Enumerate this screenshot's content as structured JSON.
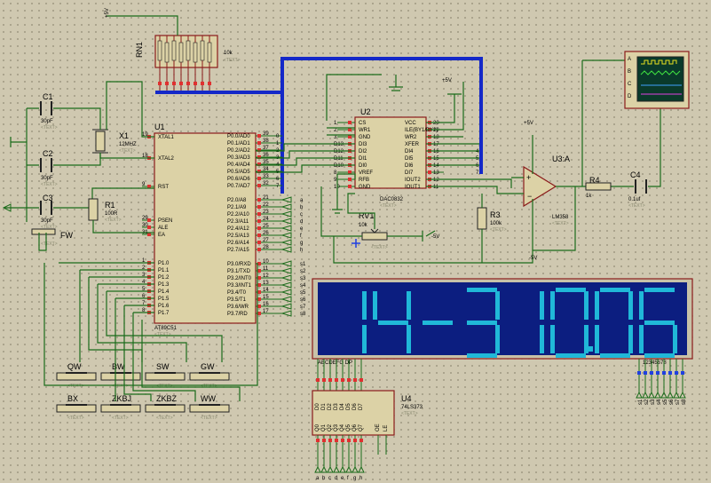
{
  "common": {
    "text_tag": "<TEXT>",
    "plus5": "+5V",
    "minus5": "-5V"
  },
  "rn1": {
    "ref": "RN1",
    "value": "10k"
  },
  "u1": {
    "ref": "U1",
    "part": "AT89C51",
    "left_pins": [
      {
        "num": "19",
        "name": "XTAL1"
      },
      {
        "num": "18",
        "name": "XTAL2"
      },
      {
        "num": "9",
        "name": "RST"
      },
      {
        "num": "29",
        "name": "PSEN"
      },
      {
        "num": "30",
        "name": "ALE"
      },
      {
        "num": "31",
        "name": "EA"
      },
      {
        "num": "1",
        "name": "P1.0"
      },
      {
        "num": "2",
        "name": "P1.1"
      },
      {
        "num": "3",
        "name": "P1.2"
      },
      {
        "num": "4",
        "name": "P1.3"
      },
      {
        "num": "5",
        "name": "P1.4"
      },
      {
        "num": "6",
        "name": "P1.5"
      },
      {
        "num": "7",
        "name": "P1.6"
      },
      {
        "num": "8",
        "name": "P1.7"
      }
    ],
    "right_pins": [
      {
        "num": "39",
        "name": "P0.0/AD0"
      },
      {
        "num": "38",
        "name": "P0.1/AD1"
      },
      {
        "num": "37",
        "name": "P0.2/AD2"
      },
      {
        "num": "36",
        "name": "P0.3/AD3"
      },
      {
        "num": "35",
        "name": "P0.4/AD4"
      },
      {
        "num": "34",
        "name": "P0.5/AD5"
      },
      {
        "num": "33",
        "name": "P0.6/AD6"
      },
      {
        "num": "32",
        "name": "P0.7/AD7"
      },
      {
        "num": "21",
        "name": "P2.0/A8"
      },
      {
        "num": "22",
        "name": "P2.1/A9"
      },
      {
        "num": "23",
        "name": "P2.2/A10"
      },
      {
        "num": "24",
        "name": "P2.3/A11"
      },
      {
        "num": "25",
        "name": "P2.4/A12"
      },
      {
        "num": "26",
        "name": "P2.5/A13"
      },
      {
        "num": "27",
        "name": "P2.6/A14"
      },
      {
        "num": "28",
        "name": "P2.7/A15"
      },
      {
        "num": "10",
        "name": "P3.0/RXD"
      },
      {
        "num": "11",
        "name": "P3.1/TXD"
      },
      {
        "num": "12",
        "name": "P3.2/INT0"
      },
      {
        "num": "13",
        "name": "P3.3/INT1"
      },
      {
        "num": "14",
        "name": "P3.4/T0"
      },
      {
        "num": "15",
        "name": "P3.5/T1"
      },
      {
        "num": "16",
        "name": "P3.6/WR"
      },
      {
        "num": "17",
        "name": "P3.7/RD"
      }
    ],
    "p2_nets": [
      "a",
      "b",
      "c",
      "d",
      "e",
      "f",
      "g",
      "h"
    ],
    "p3_nets": [
      "s1",
      "s2",
      "s3",
      "s4",
      "s5",
      "s6",
      "s7",
      "s8"
    ],
    "p0_bits": [
      "0",
      "1",
      "2",
      "3",
      "4",
      "5",
      "6",
      "7"
    ]
  },
  "x1": {
    "ref": "X1",
    "value": "12MHZ"
  },
  "c1": {
    "ref": "C1",
    "value": "30pF"
  },
  "c2": {
    "ref": "C2",
    "value": "30pF"
  },
  "c3": {
    "ref": "C3",
    "value": "30pF"
  },
  "r1": {
    "ref": "R1",
    "value": "100R"
  },
  "switches": {
    "fw": "FW",
    "keys": [
      "QW",
      "BW",
      "SW",
      "GW",
      "BX",
      "ZKBJ",
      "ZKBZ",
      "WW"
    ]
  },
  "u2": {
    "ref": "U2",
    "part": "DAC0832",
    "left_pins": [
      {
        "num": "1",
        "name": "CS"
      },
      {
        "num": "2",
        "name": "WR1"
      },
      {
        "num": "3",
        "name": "GND"
      },
      {
        "num": "D13",
        "name": "DI3"
      },
      {
        "num": "D12",
        "name": "DI2"
      },
      {
        "num": "D11",
        "name": "DI1"
      },
      {
        "num": "D10",
        "name": "DI0"
      },
      {
        "num": "8",
        "name": "VREF"
      },
      {
        "num": "9",
        "name": "RFB"
      },
      {
        "num": "10",
        "name": "GND"
      }
    ],
    "right_pins": [
      {
        "num": "20",
        "name": "VCC"
      },
      {
        "num": "19",
        "name": "ILE(BY1/BY2)"
      },
      {
        "num": "18",
        "name": "WR2"
      },
      {
        "num": "17",
        "name": "XFER"
      },
      {
        "num": "16",
        "name": "DI4"
      },
      {
        "num": "15",
        "name": "DI5"
      },
      {
        "num": "14",
        "name": "DI6"
      },
      {
        "num": "13",
        "name": "DI7"
      },
      {
        "num": "12",
        "name": "IOUT2"
      },
      {
        "num": "11",
        "name": "IOUT1"
      }
    ],
    "bus_bits": [
      "4",
      "5",
      "6",
      "7"
    ]
  },
  "rv1": {
    "ref": "RV1",
    "value": "10k"
  },
  "r3": {
    "ref": "R3",
    "value": "100k"
  },
  "r4": {
    "ref": "R4",
    "value": "1k"
  },
  "c4": {
    "ref": "C4",
    "value": "0.1uf"
  },
  "u3": {
    "ref": "U3:A",
    "part": "LM358"
  },
  "oscilloscope": {
    "channels": [
      "A",
      "B",
      "C",
      "D"
    ]
  },
  "display": {
    "text": "14-310.06",
    "segment_pins": "ABCDEFG DP",
    "digit_pins": "12345678"
  },
  "u4": {
    "ref": "U4",
    "part": "74LS373",
    "top_pins": [
      "D0",
      "D1",
      "D2",
      "D3",
      "D4",
      "D5",
      "D6",
      "D7"
    ],
    "bottom_pins": [
      "Q0",
      "Q1",
      "Q2",
      "Q3",
      "Q4",
      "Q5",
      "Q6",
      "Q7"
    ],
    "control_pins": [
      "OE",
      "LE"
    ],
    "bottom_nets": [
      "a",
      "b",
      "c",
      "d",
      "e",
      "f",
      "g",
      "h"
    ]
  },
  "digit_nets": [
    "s1",
    "s2",
    "s3",
    "s4",
    "s5",
    "s6",
    "s7",
    "s8"
  ]
}
